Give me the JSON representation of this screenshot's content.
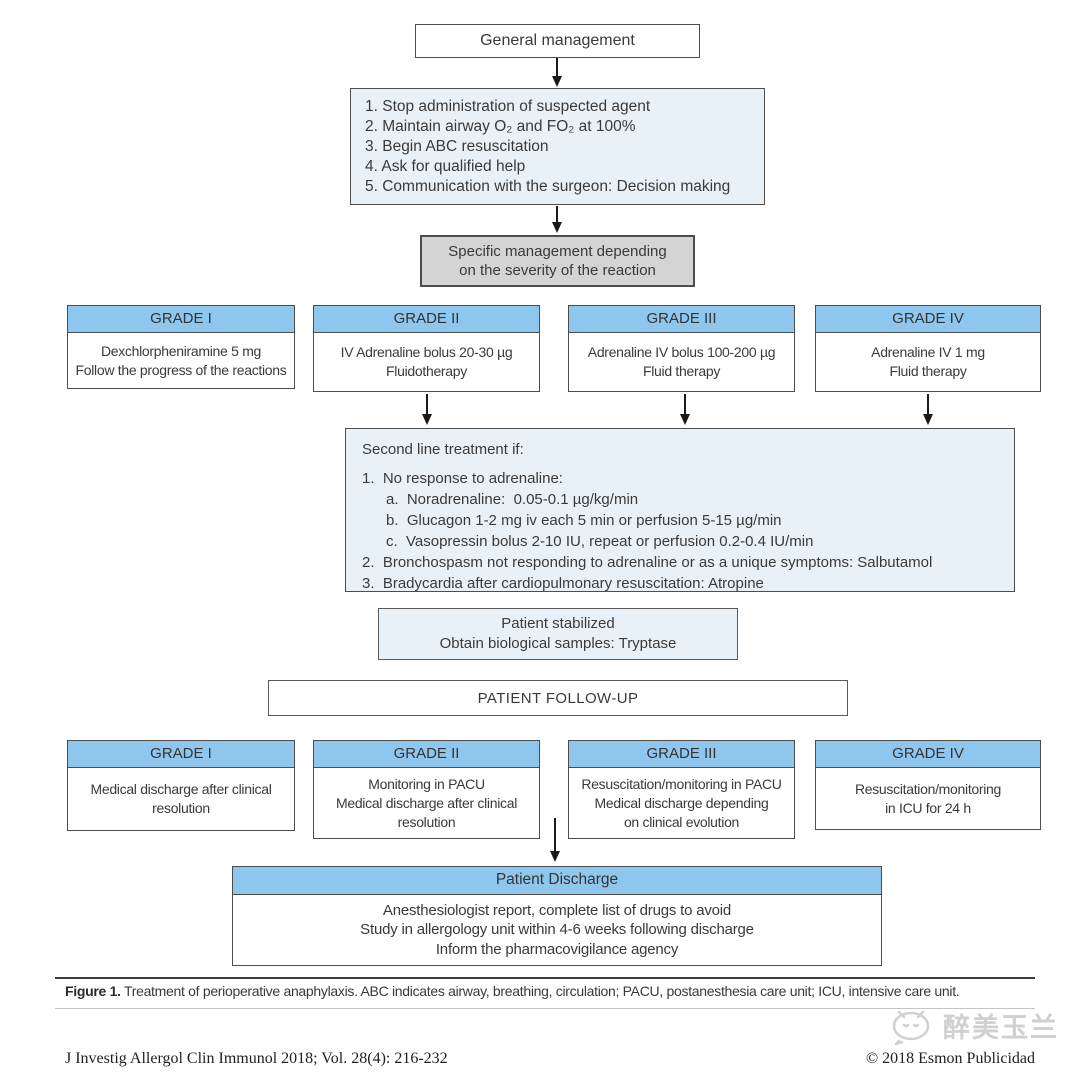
{
  "colors": {
    "grade_header_blue": "#8fc6ee",
    "light_blue_fill": "#e8f1f8",
    "gray_fill": "#d4d4d4",
    "border_dark": "#4d4d4d"
  },
  "flow": {
    "general_management": "General management",
    "initial_steps": [
      "1. Stop administration of suspected agent",
      "2. Maintain airway O₂ and FO₂ at 100%",
      "3. Begin ABC resuscitation",
      "4. Ask for qualified help",
      "5. Communication with the surgeon: Decision making"
    ],
    "specific_management": [
      "Specific management depending",
      "on the severity of the reaction"
    ],
    "grades_treatment": [
      {
        "title": "GRADE I",
        "lines": [
          "Dexchlorpheniramine 5 mg",
          "Follow the progress of the reactions"
        ]
      },
      {
        "title": "GRADE II",
        "lines": [
          "IV Adrenaline bolus 20-30 µg",
          "Fluidotherapy"
        ]
      },
      {
        "title": "GRADE III",
        "lines": [
          "Adrenaline IV bolus 100-200 µg",
          "Fluid therapy"
        ]
      },
      {
        "title": "GRADE IV",
        "lines": [
          "Adrenaline IV 1 mg",
          "Fluid therapy"
        ]
      }
    ],
    "second_line": {
      "title": "Second line treatment if:",
      "items": [
        "1.  No response to adrenaline:",
        "a.  Noradrenaline:  0.05-0.1 µg/kg/min",
        "b.  Glucagon 1-2 mg iv each 5 min or perfusion 5-15 µg/min",
        "c.  Vasopressin bolus 2-10 IU, repeat or perfusion 0.2-0.4 IU/min",
        "2.  Bronchospasm not responding to adrenaline or as a unique symptoms: Salbutamol",
        "3.  Bradycardia after cardiopulmonary resuscitation: Atropine"
      ]
    },
    "patient_stabilized": [
      "Patient stabilized",
      "Obtain biological samples: Tryptase"
    ],
    "patient_follow_up": "PATIENT FOLLOW-UP",
    "grades_follow_up": [
      {
        "title": "GRADE I",
        "lines": [
          "Medical discharge after clinical",
          "resolution"
        ]
      },
      {
        "title": "GRADE II",
        "lines": [
          "Monitoring in PACU",
          "Medical discharge after clinical",
          "resolution"
        ]
      },
      {
        "title": "GRADE III",
        "lines": [
          "Resuscitation/monitoring in PACU",
          "Medical discharge depending",
          "on clinical evolution"
        ]
      },
      {
        "title": "GRADE IV",
        "lines": [
          "Resuscitation/monitoring",
          "in ICU for 24 h"
        ]
      }
    ],
    "patient_discharge": {
      "title": "Patient Discharge",
      "lines": [
        "Anesthesiologist report, complete list of drugs to avoid",
        "Study in allergology unit within 4-6 weeks following discharge",
        "Inform the pharmacovigilance agency"
      ]
    }
  },
  "caption": {
    "label": "Figure 1.",
    "text": " Treatment of perioperative anaphylaxis. ABC indicates airway, breathing, circulation; PACU, postanesthesia care unit; ICU, intensive care unit."
  },
  "footer": {
    "citation": "J Investig Allergol Clin Immunol 2018; Vol. 28(4): 216-232",
    "copyright": "© 2018 Esmon Publicidad"
  },
  "watermark": {
    "text": "醉美玉兰"
  }
}
